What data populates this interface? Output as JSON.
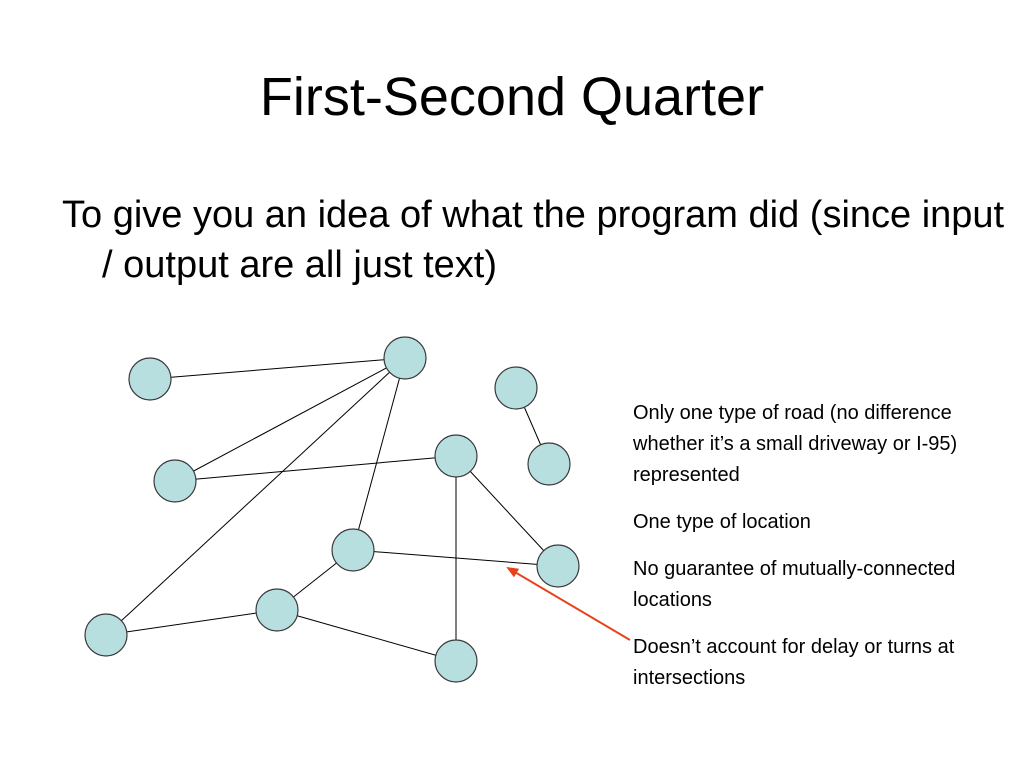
{
  "slide": {
    "title": "First-Second Quarter",
    "subtitle": "To give you an idea of what the program did (since input / output are all just text)"
  },
  "graph": {
    "node_fill": "#b8dfe0",
    "node_stroke": "#3a3a3a",
    "edge_color": "#000000",
    "arrow_color": "#e8421a"
  },
  "notes": [
    "Only one type of road (no difference whether it’s a small driveway or I-95) represented",
    "One type of location",
    "No guarantee of mutually-connected locations",
    "Doesn’t account for delay or turns at intersections"
  ]
}
